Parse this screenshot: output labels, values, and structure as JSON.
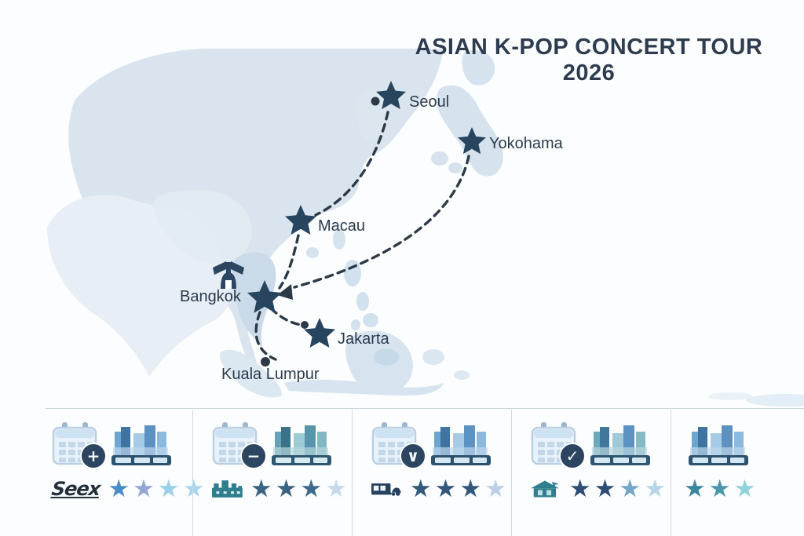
{
  "title": "ASIAN K-POP CONCERT TOUR 2026",
  "colors": {
    "ink": "#2e3c50",
    "marker": "#27455f",
    "route": "#2c3a48",
    "land": "#d9e4ee",
    "land-light": "#e7eef5",
    "land-dark": "#cbdae8",
    "teal": "#2f7e8e",
    "badge": "#2c4560",
    "divider": "#c9d5e0"
  },
  "map": {
    "cities": [
      {
        "name": "Seoul"
      },
      {
        "name": "Yokohama"
      },
      {
        "name": "Macau"
      },
      {
        "name": "Bangkok"
      },
      {
        "name": "Jakarta"
      },
      {
        "name": "Kuala Lumpur"
      }
    ],
    "routes": [
      "Seoul to Macau",
      "Yokohama to Bangkok",
      "Macau to Bangkok",
      "Bangkok to Jakarta",
      "Bangkok to Kuala Lumpur"
    ]
  },
  "legend": {
    "panels": [
      {
        "calendar": true,
        "badge": "plus",
        "badge_glyph": "+",
        "venue_icon": "scribble-text",
        "scribble_text": "Seex",
        "star_colors": [
          "#4a8cc6",
          "#93a6d6",
          "#9ccfea",
          "#a9d6ee"
        ]
      },
      {
        "calendar": true,
        "badge": "minus",
        "badge_glyph": "−",
        "venue_icon": "castle",
        "star_colors": [
          "#3c6382",
          "#3c6382",
          "#3f688a",
          "#c6daec"
        ]
      },
      {
        "calendar": true,
        "badge": "chevron-down",
        "badge_glyph": "∨",
        "venue_icon": "truck",
        "star_colors": [
          "#34587c",
          "#34587c",
          "#34587c",
          "#bccfe6"
        ]
      },
      {
        "calendar": true,
        "badge": "check",
        "badge_glyph": "✓",
        "venue_icon": "house",
        "star_colors": [
          "#2e4d72",
          "#2e4d72",
          "#74a6c6",
          "#b7d6ea"
        ]
      },
      {
        "calendar": false,
        "badge": null,
        "badge_glyph": "",
        "venue_icon": "none",
        "star_colors": [
          "#3c86a0",
          "#4d97ae",
          "#8ed2da"
        ]
      }
    ]
  }
}
